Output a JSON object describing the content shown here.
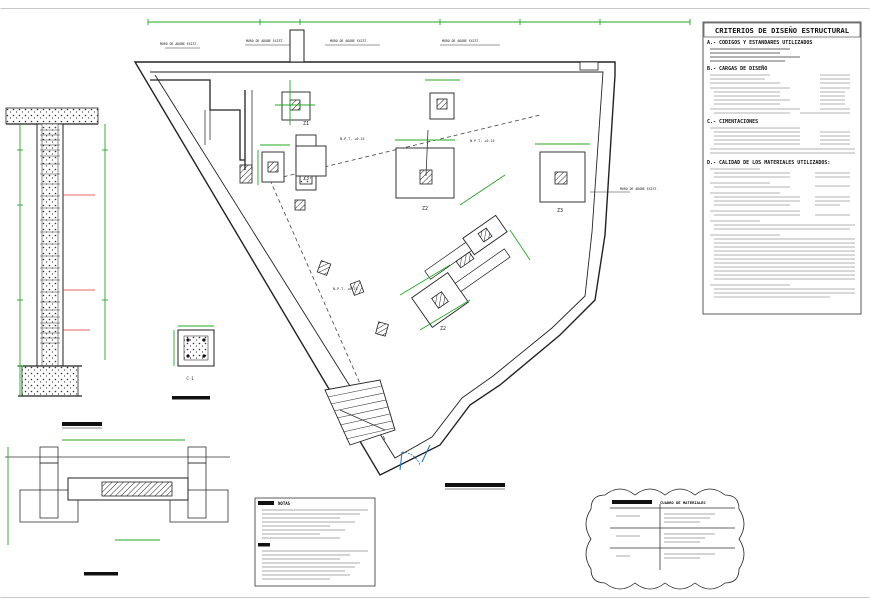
{
  "criteria": {
    "title": "CRITERIOS DE DISEÑO ESTRUCTURAL",
    "sec_a": "A.- CODIGOS Y ESTANDARES UTILIZADOS",
    "sec_b": "B.- CARGAS DE DISEÑO",
    "sec_c": "C.- CIMENTACIONES",
    "sec_d": "D.- CALIDAD DE LOS MATERIALES UTILIZADOS:"
  },
  "plan": {
    "labels": [
      "Z1",
      "Z3",
      "Z2",
      "Z2",
      "Z3"
    ],
    "wall_notes": [
      "MURO DE ADOBE EXIST.",
      "MURO DE ADOBE EXIST.",
      "MURO DE ADOBE EXIST.",
      "MURO DE ADOBE EXIST.",
      "MURO DE ADOBE EXIST."
    ],
    "levels": [
      "N.P.T. +0.15",
      "N.P.T. +0.15",
      "N.P.T. +0.15"
    ]
  },
  "notes_title": "NOTAS",
  "materials_title": "CUADRO DE MATERIALES",
  "column_label": "C-1",
  "icons": [
    "hatch-pattern",
    "door-swing",
    "stair-run"
  ]
}
